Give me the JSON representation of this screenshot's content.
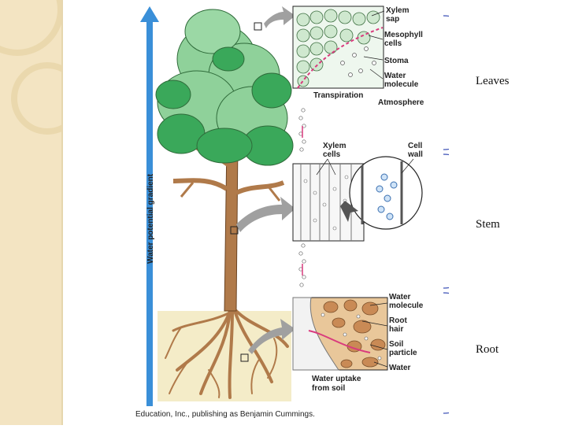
{
  "labels": {
    "leaves": "Leaves",
    "stem": "Stem",
    "root": "Root"
  },
  "figure": {
    "gradient_label": "Water potential gradient",
    "leaf_panel": {
      "xylem_sap_1": "Xylem",
      "xylem_sap_2": "sap",
      "mesophyll_1": "Mesophyll",
      "mesophyll_2": "cells",
      "stoma": "Stoma",
      "water_1": "Water",
      "water_2": "molecule",
      "transpiration": "Transpiration",
      "atmosphere": "Atmosphere"
    },
    "stem_panel": {
      "xylem_cells_1": "Xylem",
      "xylem_cells_2": "cells",
      "cell_wall_1": "Cell",
      "cell_wall_2": "wall"
    },
    "root_panel": {
      "water_mol_1": "Water",
      "water_mol_2": "molecule",
      "root_hair_1": "Root",
      "root_hair_2": "hair",
      "soil_1": "Soil",
      "soil_2": "particle",
      "water": "Water",
      "uptake_1": "Water uptake",
      "uptake_2": "from soil"
    },
    "caption": "Education, Inc., publishing as Benjamin Cummings."
  },
  "colors": {
    "gradient_arrow": "#3a8fd8",
    "canopy_light": "#8fd19a",
    "canopy_dark": "#3aa85a",
    "trunk": "#b07a4a",
    "soil": "#f4ecc8",
    "xylem_pink": "#d93b7d",
    "bracket": "#3a4fb5"
  }
}
